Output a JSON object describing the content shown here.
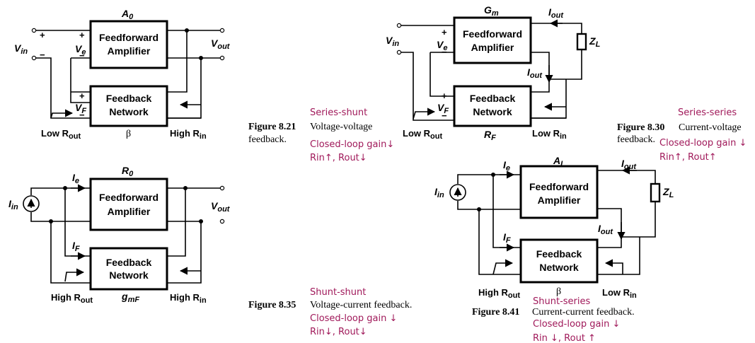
{
  "blocks": {
    "ff_line1": "Feedforward",
    "ff_line2": "Amplifier",
    "fb_line1": "Feedback",
    "fb_line2": "Network"
  },
  "signals": {
    "vin": "V",
    "vin_sub": "in",
    "vout": "V",
    "vout_sub": "out",
    "ve": "V",
    "ve_sub": "e",
    "vf": "V",
    "vf_sub": "F",
    "iin": "I",
    "iin_sub": "in",
    "ie": "I",
    "ie_sub": "e",
    "if": "I",
    "if_sub": "F",
    "iout": "I",
    "iout_sub": "out",
    "zl": "Z",
    "zl_sub": "L",
    "plus": "+",
    "minus": "−"
  },
  "impedance_labels": {
    "low_rout_a": "Low R",
    "low_rout_b": "out",
    "high_rin_a": "High R",
    "high_rin_b": "in",
    "high_rout_a": "High R",
    "high_rout_b": "out",
    "low_rin_a": "Low R",
    "low_rin_b": "in"
  },
  "diagrams": [
    {
      "id": "fig-8-21",
      "gain": "A",
      "gain_sub": "0",
      "feedback": "β",
      "figure_num": "Figure 8.21",
      "caption_1": "Voltage-voltage",
      "caption_2": "feedback.",
      "annotation": {
        "topology": "Series-shunt",
        "gain": "Closed-loop gain↓",
        "rin_rout": "Rin↑, Rout↓"
      }
    },
    {
      "id": "fig-8-30",
      "gain": "G",
      "gain_sub": "m",
      "feedback": "R",
      "feedback_sub": "F",
      "figure_num": "Figure 8.30",
      "caption_1": "Current-voltage",
      "caption_2": "feedback.",
      "annotation": {
        "topology": "Series-series",
        "gain": "Closed-loop gain ↓",
        "rin_rout": "Rin↑, Rout↑"
      }
    },
    {
      "id": "fig-8-35",
      "gain": "R",
      "gain_sub": "0",
      "feedback": "g",
      "feedback_sub": "mF",
      "figure_num": "Figure 8.35",
      "caption_1": "Voltage-current feedback.",
      "annotation": {
        "topology": "Shunt-shunt",
        "gain": "Closed-loop gain ↓",
        "rin_rout": "Rin↓, Rout↓"
      }
    },
    {
      "id": "fig-8-41",
      "gain": "A",
      "gain_sub": "I",
      "feedback": "β",
      "figure_num": "Figure 8.41",
      "caption_1": "Current-current feedback.",
      "annotation": {
        "topology": "Shunt-series",
        "gain": "Closed-loop gain ↓",
        "rin_rout": "Rin ↓, Rout ↑"
      }
    }
  ]
}
